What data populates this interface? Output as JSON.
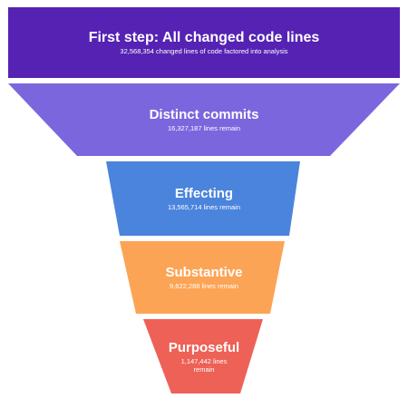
{
  "stages": [
    {
      "title": "First step: All changed code lines",
      "subtitle": "32,568,354 changed lines of code factored into analysis",
      "value": 32568354,
      "color": "#5522b3"
    },
    {
      "title": "Distinct commits",
      "subtitle": "16,327,187 lines remain",
      "value": 16327187,
      "color": "#7c66dd"
    },
    {
      "title": "Effecting",
      "subtitle": "13,565,714 lines remain",
      "value": 13565714,
      "color": "#4a84dc"
    },
    {
      "title": "Substantive",
      "subtitle": "9,622,288 lines remain",
      "value": 9622288,
      "color": "#fca456"
    },
    {
      "title": "Purposeful",
      "subtitle": "1,147,442 lines remain",
      "value": 1147442,
      "color": "#ee6156"
    }
  ]
}
